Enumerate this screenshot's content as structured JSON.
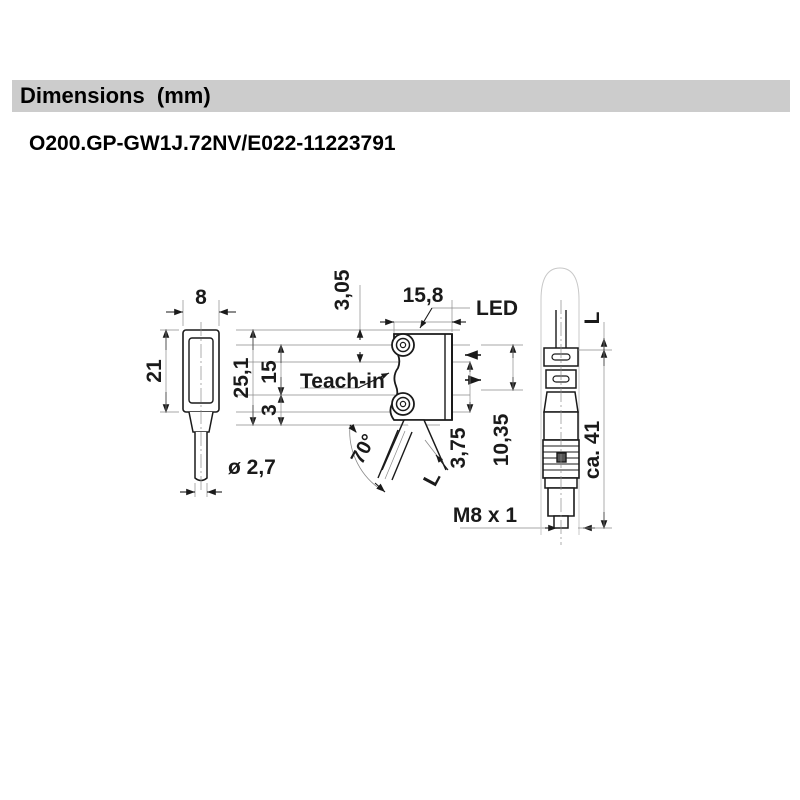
{
  "header": {
    "section_title": "Dimensions  (mm)",
    "part_number": "O200.GP-GW1J.72NV/E022-11223791",
    "bar_color": "#cccccc"
  },
  "drawing": {
    "units": "mm",
    "line_color": "#1a1a1a",
    "thin_line_color": "#8a8a8a",
    "views": [
      {
        "name": "front-view",
        "labels": [
          "8",
          "21",
          "ø 2,7"
        ]
      },
      {
        "name": "side-view",
        "labels": [
          "3,05",
          "15,8",
          "LED",
          "Teach-in",
          "25,1",
          "15",
          "3",
          "70°",
          "L",
          "3,75",
          "10,35",
          "M8 x 1"
        ]
      },
      {
        "name": "connector-view",
        "labels": [
          "L",
          "ca. 41"
        ]
      }
    ],
    "dimensions": {
      "width": "8",
      "height": "21",
      "cable_diameter": "ø 2,7",
      "top_offset": "3,05",
      "depth": "15,8",
      "total_height": "25,1",
      "optics_spacing": "15",
      "lower_offset": "3",
      "cable_angle": "70°",
      "cable_length_label": "L",
      "beam_offset": "3,75",
      "beam_height": "10,35",
      "thread": "M8 x 1",
      "connector_length": "ca. 41"
    },
    "annotations": {
      "led": "LED",
      "teach_in": "Teach-in"
    }
  }
}
